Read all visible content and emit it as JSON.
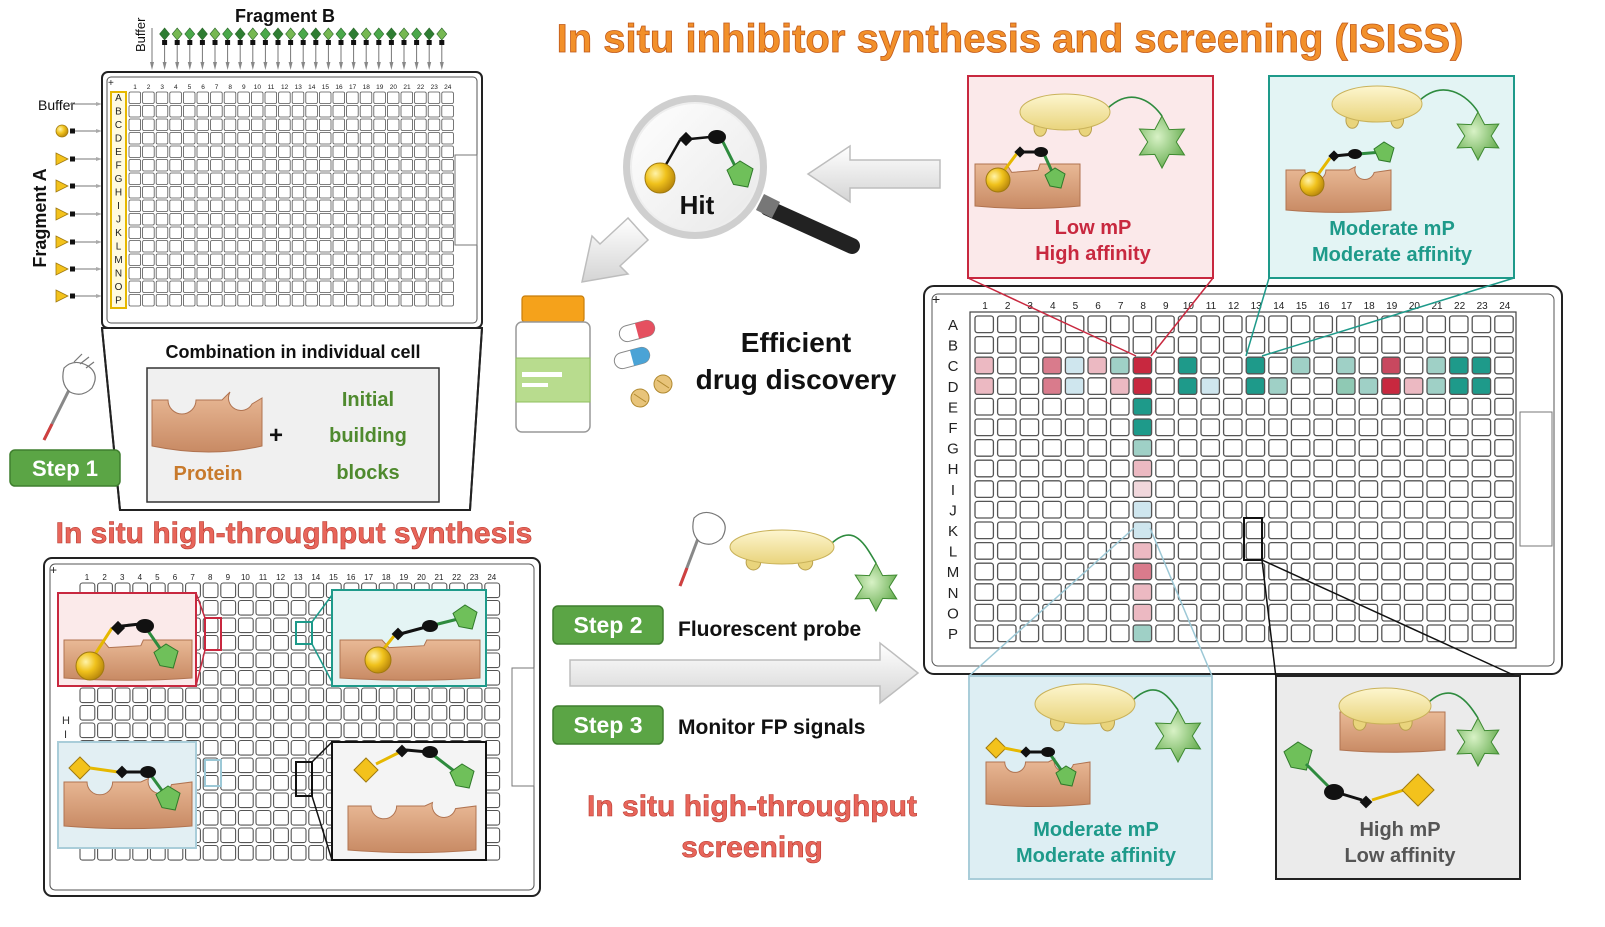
{
  "title": "In situ inhibitor synthesis and screening (ISISS)",
  "plate_a": {
    "fragment_b": "Fragment B",
    "fragment_a": "Fragment A",
    "buffer_top": "Buffer",
    "buffer_left": "Buffer",
    "combination": "Combination in individual cell",
    "protein": "Protein",
    "plus": "+",
    "initial_line1": "Initial",
    "initial_line2": "building",
    "initial_line3": "blocks",
    "step1": "Step 1",
    "rows": [
      "A",
      "B",
      "C",
      "D",
      "E",
      "F",
      "G",
      "H",
      "I",
      "J",
      "K",
      "L",
      "M",
      "N",
      "O",
      "P"
    ],
    "cols": [
      "1",
      "2",
      "3",
      "4",
      "5",
      "6",
      "7",
      "8",
      "9",
      "10",
      "11",
      "12",
      "13",
      "14",
      "15",
      "16",
      "17",
      "18",
      "19",
      "20",
      "21",
      "22",
      "23",
      "24"
    ]
  },
  "synthesis_heading": "In situ high-throughput synthesis",
  "plate_b": {
    "cols": [
      "1",
      "2",
      "3",
      "4",
      "5",
      "6",
      "7",
      "8",
      "9",
      "10",
      "11",
      "12",
      "13",
      "14",
      "15",
      "16",
      "17",
      "18",
      "19",
      "20",
      "21",
      "22",
      "23",
      "24"
    ],
    "row_letters": [
      "H",
      "I"
    ]
  },
  "hit": {
    "label": "Hit"
  },
  "drug": {
    "line1": "Efficient",
    "line2": "drug discovery"
  },
  "step2": {
    "badge": "Step 2",
    "text": "Fluorescent probe"
  },
  "step3": {
    "badge": "Step 3",
    "text": "Monitor FP signals"
  },
  "screening_heading": {
    "line1": "In situ high-throughput",
    "line2": "screening"
  },
  "panels": {
    "low_mp": {
      "line1": "Low mP",
      "line2": "High affinity"
    },
    "moderate_top": {
      "line1": "Moderate mP",
      "line2": "Moderate affinity"
    },
    "moderate_bottom": {
      "line1": "Moderate mP",
      "line2": "Moderate affinity"
    },
    "high_mp": {
      "line1": "High mP",
      "line2": "Low affinity"
    }
  },
  "plate_c": {
    "rows": [
      "A",
      "B",
      "C",
      "D",
      "E",
      "F",
      "G",
      "H",
      "I",
      "J",
      "K",
      "L",
      "M",
      "N",
      "O",
      "P"
    ],
    "cols": [
      "1",
      "2",
      "3",
      "4",
      "5",
      "6",
      "7",
      "8",
      "9",
      "10",
      "11",
      "12",
      "13",
      "14",
      "15",
      "16",
      "17",
      "18",
      "19",
      "20",
      "21",
      "22",
      "23",
      "24"
    ]
  },
  "colors": {
    "title_orange": "#f2902a",
    "heading_red": "#e8655a",
    "step_green": "#5ba545",
    "text_green": "#4f8a2e",
    "protein": "#d9a07c",
    "teal": "#1e9a8a",
    "crimson": "#c8283f",
    "probe_yellow": "#f5e6a0",
    "star_green": "#7fc46a"
  }
}
